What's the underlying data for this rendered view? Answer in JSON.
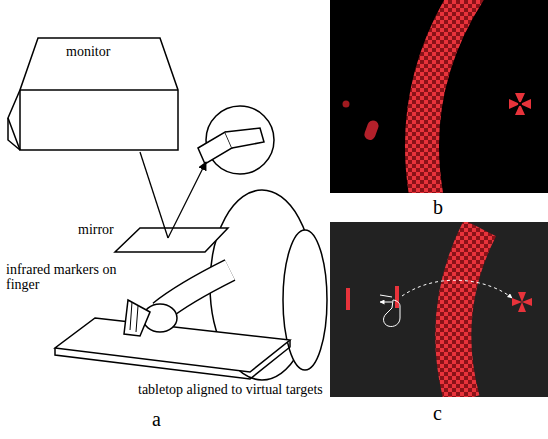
{
  "diagram": {
    "labels": [
      "monitor",
      "mirror",
      "infrared markers on finger",
      "tabletop aligned to virtual targets",
      "b",
      "c",
      "a"
    ]
  }
}
